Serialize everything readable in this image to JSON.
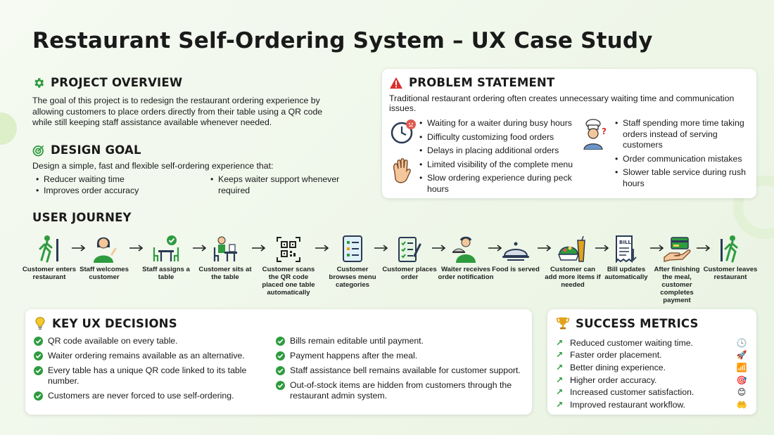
{
  "title": "Restaurant Self-Ordering System – UX Case Study",
  "overview": {
    "heading": "PROJECT OVERVIEW",
    "icon": "gear-icon",
    "text": "The goal of this project is to redesign the restaurant ordering experience by allowing customers to place orders directly from their table using a QR code while still keeping staff assistance available whenever needed."
  },
  "goal": {
    "heading": "DESIGN GOAL",
    "icon": "target-icon",
    "intro": "Design a simple, fast and flexible self-ordering experience that:",
    "col1": [
      "Reducer waiting time",
      "Improves order accuracy"
    ],
    "col2": [
      "Keeps waiter support whenever required"
    ]
  },
  "problem": {
    "heading": "PROBLEM STATEMENT",
    "icon": "warning-icon",
    "intro": "Traditional restaurant ordering often creates unnecessary waiting time and communication issues.",
    "left": [
      "Waiting for a waiter during busy hours",
      "Difficulty customizing food orders",
      "Delays in placing additional orders",
      "Limited visibility of the complete menu",
      "Slow ordering experience during peck hours"
    ],
    "right": [
      "Staff spending more time taking orders instead of serving customers",
      "Order communication mistakes",
      "Slower table service during rush hours"
    ]
  },
  "journey": {
    "heading": "USER JOURNEY",
    "steps": [
      {
        "label": "Customer enters restaurant",
        "icon": "walking-person-icon"
      },
      {
        "label": "Staff welcomes customer",
        "icon": "staff-welcome-icon"
      },
      {
        "label": "Staff assigns a table",
        "icon": "table-check-icon"
      },
      {
        "label": "Customer sits at the table",
        "icon": "seated-customer-icon"
      },
      {
        "label": "Customer scans the QR code placed one table automatically",
        "icon": "qr-scan-icon"
      },
      {
        "label": "Customer browses menu categories",
        "icon": "menu-list-icon"
      },
      {
        "label": "Customer places order",
        "icon": "order-form-icon"
      },
      {
        "label": "Waiter receives order notification",
        "icon": "waiter-icon"
      },
      {
        "label": "Food is served",
        "icon": "cloche-icon"
      },
      {
        "label": "Customer can add more items if needed",
        "icon": "food-drink-icon"
      },
      {
        "label": "Bill updates automatically",
        "icon": "bill-icon"
      },
      {
        "label": "After finishing the meal, customer completes payment",
        "icon": "payment-icon"
      },
      {
        "label": "Customer leaves restaurant",
        "icon": "leaving-person-icon"
      }
    ]
  },
  "ux": {
    "heading": "KEY UX DECISIONS",
    "icon": "lightbulb-icon",
    "col1": [
      "QR code available on every table.",
      "Waiter ordering remains available as an alternative.",
      "Every table has a unique QR code linked to its table number.",
      "Customers are never forced to use self-ordering."
    ],
    "col2": [
      "Bills remain editable until payment.",
      "Payment happens after the meal.",
      "Staff assistance bell remains available for customer support.",
      "Out-of-stock items are hidden from customers through the restaurant admin system."
    ]
  },
  "metrics": {
    "heading": "SUCCESS METRICS",
    "icon": "trophy-icon",
    "items": [
      {
        "text": "Reduced customer waiting time.",
        "icon": "clock-icon"
      },
      {
        "text": "Faster order placement.",
        "icon": "rocket-icon"
      },
      {
        "text": "Better dining experience.",
        "icon": "bar-chart-icon"
      },
      {
        "text": "Higher order accuracy.",
        "icon": "target-icon"
      },
      {
        "text": "Increased customer satisfaction.",
        "icon": "smile-icon"
      },
      {
        "text": "Improved restaurant workflow.",
        "icon": "hand-coin-icon"
      }
    ]
  },
  "colors": {
    "accent": "#2e9b3f",
    "background": "#eef6e8",
    "warning": "#d9302c",
    "trophy": "#e2a21b"
  }
}
